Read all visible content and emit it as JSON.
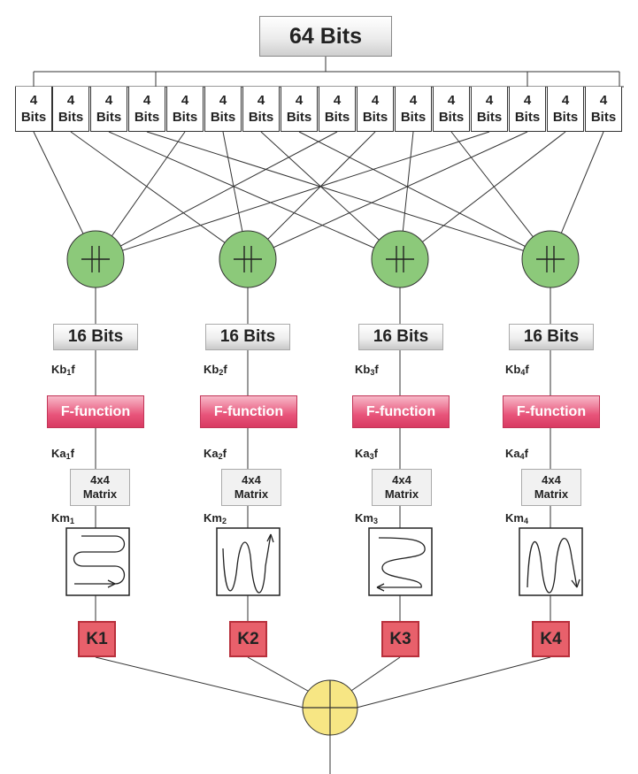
{
  "header": {
    "label": "64 Bits"
  },
  "nibble": {
    "num": "4",
    "unit": "Bits"
  },
  "branches": [
    {
      "block_label": "16 Bits",
      "kb_prefix": "Kb",
      "kb_sub": "1",
      "kb_suffix": "f",
      "ffunc": "F-function",
      "ka_prefix": "Ka",
      "ka_sub": "1",
      "ka_suffix": "f",
      "matrix_top": "4x4",
      "matrix_bottom": "Matrix",
      "km_prefix": "Km",
      "km_sub": "1",
      "key": "K1"
    },
    {
      "block_label": "16 Bits",
      "kb_prefix": "Kb",
      "kb_sub": "2",
      "kb_suffix": "f",
      "ffunc": "F-function",
      "ka_prefix": "Ka",
      "ka_sub": "2",
      "ka_suffix": "f",
      "matrix_top": "4x4",
      "matrix_bottom": "Matrix",
      "km_prefix": "Km",
      "km_sub": "2",
      "key": "K2"
    },
    {
      "block_label": "16 Bits",
      "kb_prefix": "Kb",
      "kb_sub": "3",
      "kb_suffix": "f",
      "ffunc": "F-function",
      "ka_prefix": "Ka",
      "ka_sub": "3",
      "ka_suffix": "f",
      "matrix_top": "4x4",
      "matrix_bottom": "Matrix",
      "km_prefix": "Km",
      "km_sub": "3",
      "key": "K3"
    },
    {
      "block_label": "16 Bits",
      "kb_prefix": "Kb",
      "kb_sub": "4",
      "kb_suffix": "f",
      "ffunc": "F-function",
      "ka_prefix": "Ka",
      "ka_sub": "4",
      "ka_suffix": "f",
      "matrix_top": "4x4",
      "matrix_bottom": "Matrix",
      "km_prefix": "Km",
      "km_sub": "4",
      "key": "K4"
    }
  ],
  "colors": {
    "concat_node": "#8cc97a",
    "xor_node": "#f7e684",
    "ffunc": "#e8547a",
    "key_box": "#e8606b"
  },
  "icons": {
    "concat_node": "plus-in-green-circle-icon",
    "xor_node": "plus-in-yellow-circle-icon",
    "waveforms": [
      "s-curve-right-arrow-icon",
      "oscillation-up-arrow-icon",
      "s-curve-left-arrow-icon",
      "oscillation-down-arrow-icon"
    ]
  }
}
